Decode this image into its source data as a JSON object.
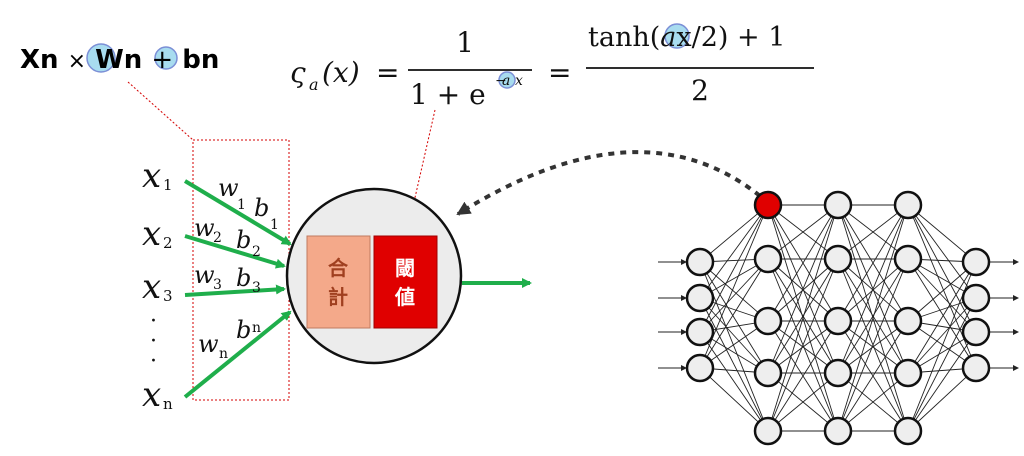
{
  "formula_left": {
    "x": "Xn",
    "times": "×",
    "w": "Wn",
    "plus": "+",
    "b": "bn"
  },
  "sigmoid": {
    "lhs": "ς",
    "lhs_sub": "a",
    "lhs_arg": "(x)",
    "eq1": "=",
    "num1": "1",
    "den1": "1 + e",
    "exp_param": "a",
    "exp_var": "x",
    "eq2": "=",
    "num2_pre": "tanh(",
    "num2_param": "a",
    "num2_post": "x/2) + 1",
    "den2": "2"
  },
  "inputs": [
    {
      "x": "x",
      "sub": "1"
    },
    {
      "x": "x",
      "sub": "2"
    },
    {
      "x": "x",
      "sub": "3"
    },
    {
      "x": "x",
      "sub": "n"
    }
  ],
  "ellipsis": [
    "·",
    "·",
    "·"
  ],
  "weights": [
    {
      "w": "w",
      "wsub": "1",
      "b": "b",
      "bsub": "1"
    },
    {
      "w": "w",
      "wsub": "2",
      "b": "b",
      "bsub": "2"
    },
    {
      "w": "w",
      "wsub": "3",
      "b": "b",
      "bsub": "3"
    },
    {
      "w": "w",
      "wsub": "n",
      "b": "b",
      "bsub": "n"
    }
  ],
  "neuron": {
    "sum_label": [
      "合",
      "計"
    ],
    "threshold_label": [
      "閾",
      "値"
    ]
  },
  "network": {
    "layers": [
      4,
      5,
      5,
      5,
      4
    ],
    "highlighted": {
      "layer": 1,
      "node": 0
    }
  },
  "colors": {
    "green": "#1fae4b",
    "red": "#e00000",
    "salmon": "#f4a98a",
    "highlight_fill": "#a8dcef",
    "highlight_stroke": "#7b8fd6",
    "neuron_fill": "#ececec",
    "dotted_red": "#d40000"
  }
}
